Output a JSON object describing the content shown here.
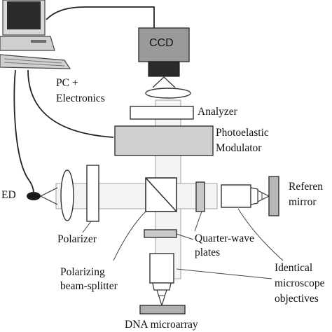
{
  "diagram": {
    "labels": {
      "ccd": "CCD",
      "pc_line1": "PC +",
      "pc_line2": "Electronics",
      "analyzer": "Analyzer",
      "modulator_line1": "Photoelastic",
      "modulator_line2": "Modulator",
      "led": "ED",
      "reference_line1": "Referen",
      "reference_line2": "mirror",
      "polarizer": "Polarizer",
      "quarter_line1": "Quarter-wave",
      "quarter_line2": "plates",
      "splitter_line1": "Polarizing",
      "splitter_line2": "beam-splitter",
      "objectives_line1": "Identical",
      "objectives_line2": "microscope",
      "objectives_line3": "objectives",
      "sample": "DNA microarray"
    }
  }
}
